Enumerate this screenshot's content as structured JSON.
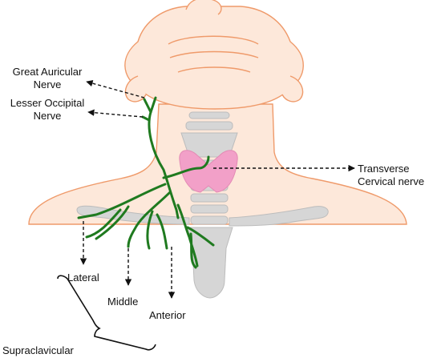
{
  "labels": {
    "great_auricular": "Great Auricular\nNerve",
    "lesser_occipital": "Lesser Occipital\nNerve",
    "transverse_cervical": "Transverse\nCervical nerve",
    "lateral": "Lateral",
    "middle": "Middle",
    "anterior": "Anterior",
    "supraclavicular": "Supraclavicular"
  },
  "colors": {
    "skin_fill": "#fde8da",
    "skin_outline": "#ef9a6a",
    "nerve": "#1f7a1f",
    "thyroid": "#f2a0c8",
    "cartilage_bone": "#d6d6d6",
    "arrow": "#111111"
  }
}
